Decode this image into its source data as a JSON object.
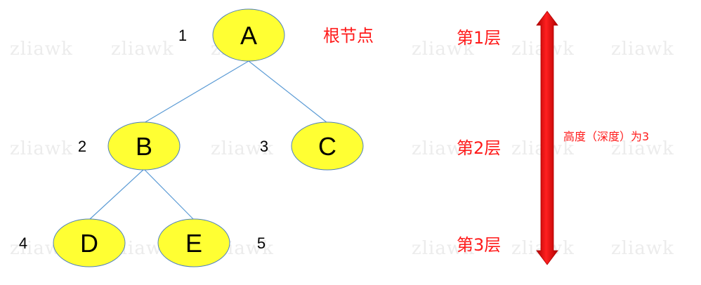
{
  "watermark": "zliawk",
  "colors": {
    "node_fill": "#ffff33",
    "node_stroke": "#4f81bd",
    "edge": "#5b9bd5",
    "label_red": "#ff1a1a",
    "arrow_fill": "#e00000"
  },
  "nodes": [
    {
      "id": "A",
      "label": "A",
      "index": "1"
    },
    {
      "id": "B",
      "label": "B",
      "index": "2"
    },
    {
      "id": "C",
      "label": "C",
      "index": "3"
    },
    {
      "id": "D",
      "label": "D",
      "index": "4"
    },
    {
      "id": "E",
      "label": "E",
      "index": "5"
    }
  ],
  "edges": [
    [
      "A",
      "B"
    ],
    [
      "A",
      "C"
    ],
    [
      "B",
      "D"
    ],
    [
      "B",
      "E"
    ]
  ],
  "root_label": "根节点",
  "levels": [
    "第1层",
    "第2层",
    "第3层"
  ],
  "height_label": "高度（深度）为3"
}
